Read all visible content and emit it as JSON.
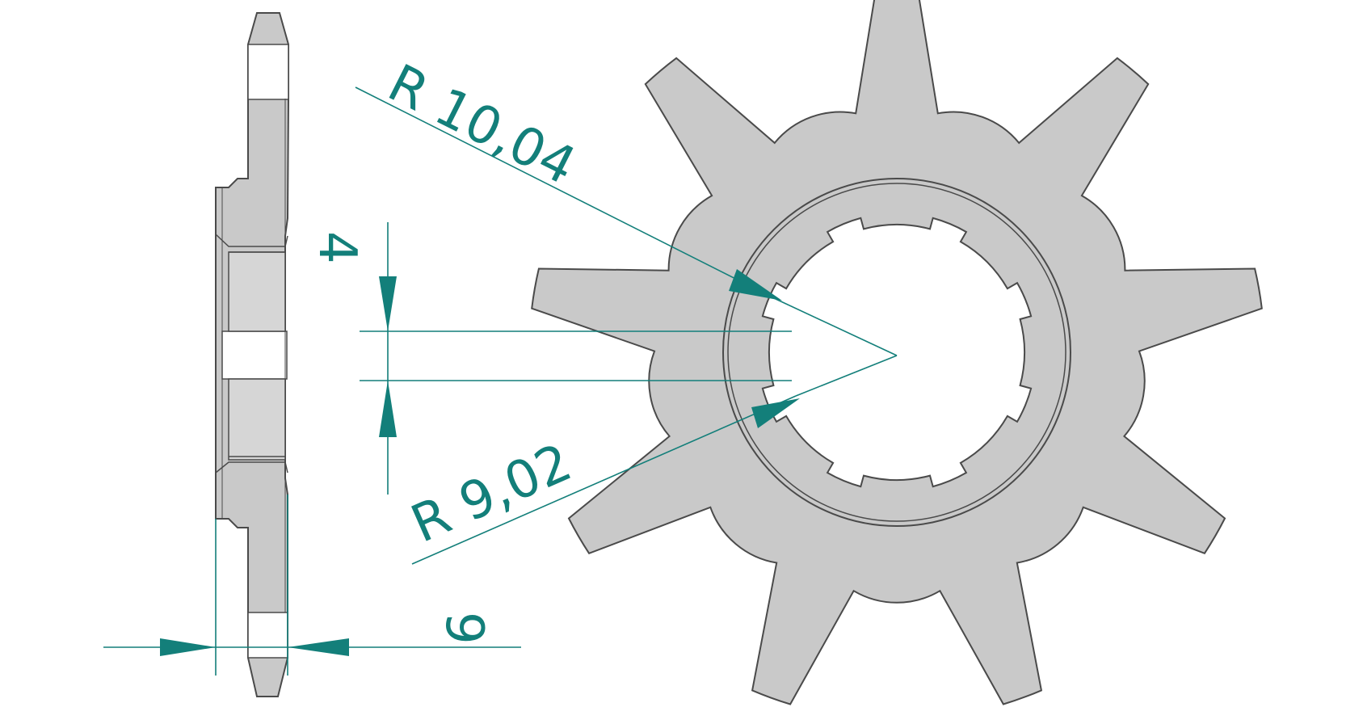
{
  "colors": {
    "part_fill": "#c9c9c9",
    "part_stroke": "#4a4a4a",
    "dimension": "#137f7a",
    "background": "#ffffff"
  },
  "dimensions": {
    "radius_outer": "R 10,04",
    "radius_inner": "R 9,02",
    "spline_width": "4",
    "thickness": "9"
  }
}
